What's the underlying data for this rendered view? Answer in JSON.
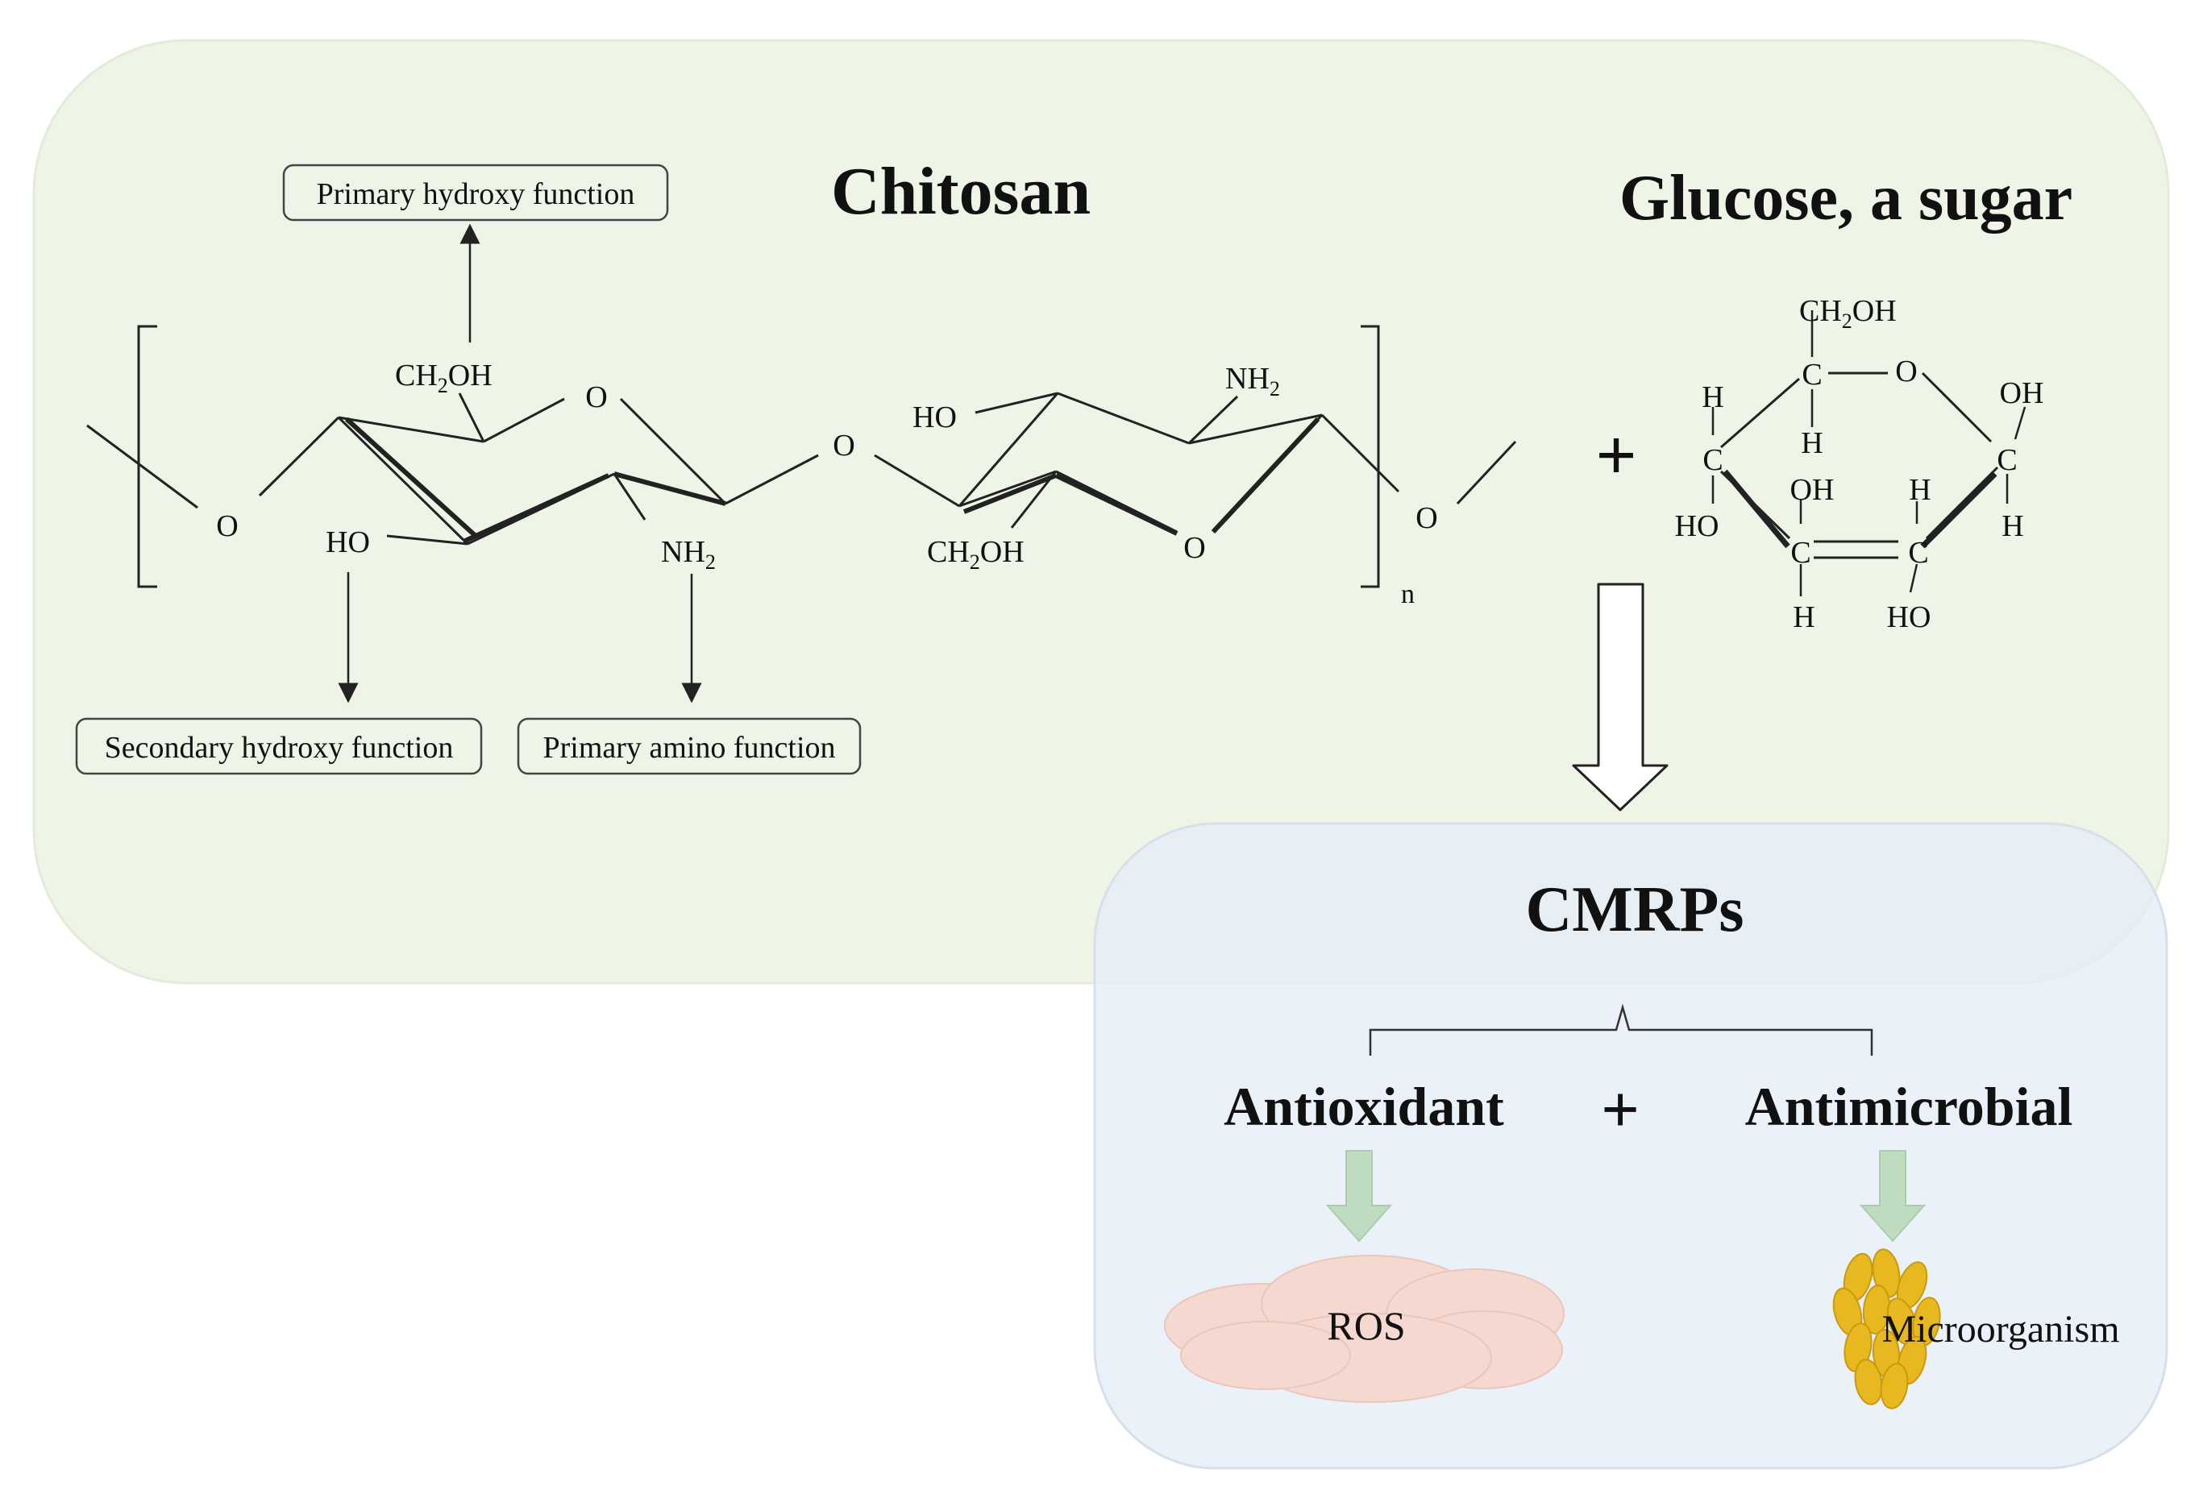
{
  "chitosan": {
    "title": "Chitosan",
    "labels": {
      "primary_hydroxy": "Primary hydroxy function",
      "secondary_hydroxy": "Secondary hydroxy function",
      "primary_amino": "Primary amino function"
    },
    "atoms": {
      "ch2oh_main": "CH",
      "ch2oh_sub": "2",
      "ch2oh_tail": "OH",
      "nh2_main": "NH",
      "nh2_sub": "2",
      "ho": "HO",
      "o": "O",
      "n": "n"
    }
  },
  "glucose": {
    "title": "Glucose, a sugar",
    "atoms": {
      "c": "C",
      "h": "H",
      "o": "O",
      "oh": "OH",
      "ho": "HO",
      "ch2oh_main": "CH",
      "ch2oh_sub": "2",
      "ch2oh_tail": "OH"
    }
  },
  "plus": "+",
  "product": {
    "title": "CMRPs",
    "properties": [
      "Antioxidant",
      "Antimicrobial"
    ],
    "targets": [
      "ROS",
      "Microorganism"
    ]
  },
  "colors": {
    "green_panel": "#eef5e6",
    "blue_panel": "#e6eef7",
    "arrow_green": "#bfdcc0",
    "ros_cloud": "#f5d8d0",
    "microbe": "#e8b820"
  }
}
